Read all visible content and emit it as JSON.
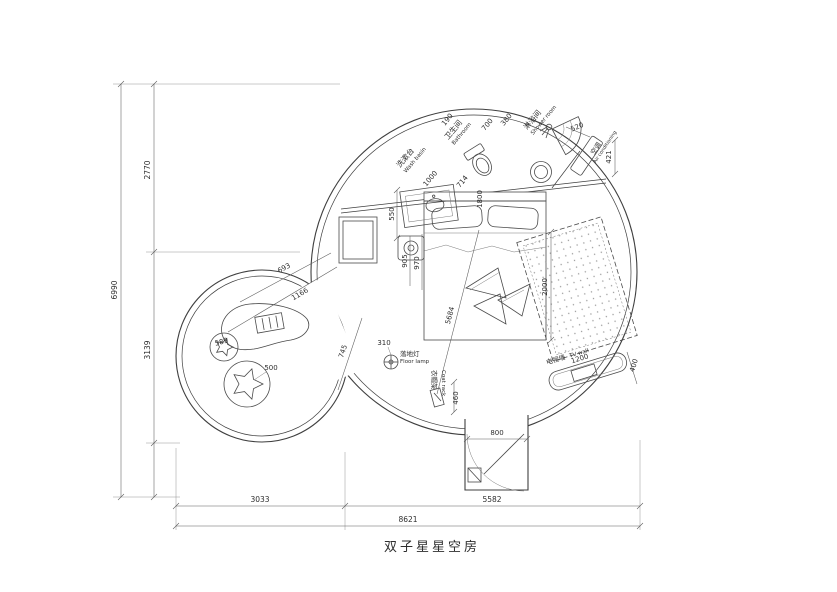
{
  "title": "双子星星空房",
  "colors": {
    "line": "#3f3f3f",
    "dimension": "#5a5a5a",
    "background": "#ffffff"
  },
  "labels": {
    "washbasin_zh": "洗漱台",
    "washbasin_en": "Wash basin",
    "bathroom_zh": "卫生间",
    "bathroom_en": "Bathroom",
    "shower_zh": "淋浴间",
    "shower_en": "Shower room",
    "ac_zh": "空调",
    "ac_en": "Air conditioning",
    "floor_lamp_zh": "落地灯",
    "floor_lamp_en": "Floor lamp",
    "coat_rack_zh": "衣帽架",
    "coat_rack_en": "Coat rack",
    "tv_wall_zh": "电视墙",
    "tv_wall_en": "TV wall"
  },
  "dimensions": {
    "overall_height": "6990",
    "height_upper": "2770",
    "height_lower": "3139",
    "overall_width": "8621",
    "width_left": "3033",
    "width_right": "5582",
    "door_width": "800",
    "washbasin_side": "550",
    "washbasin_width": "1000",
    "toilet_width": "714",
    "bathroom_width": "1800",
    "top_seg_a": "190",
    "top_seg_b": "700",
    "top_seg_c": "380",
    "top_seg_d": "520",
    "ac_side": "421",
    "bed_side_a": "905",
    "bed_side_b": "970",
    "bed_length": "2000",
    "room_diagonal": "5684",
    "lamp_offset": "310",
    "coat_rack_width": "460",
    "tv_wall_width": "1200",
    "tv_wall_depth": "400",
    "small_room_a": "693",
    "small_room_b": "1166",
    "small_room_c": "745",
    "stool_small": "589",
    "stool_large": "500"
  }
}
